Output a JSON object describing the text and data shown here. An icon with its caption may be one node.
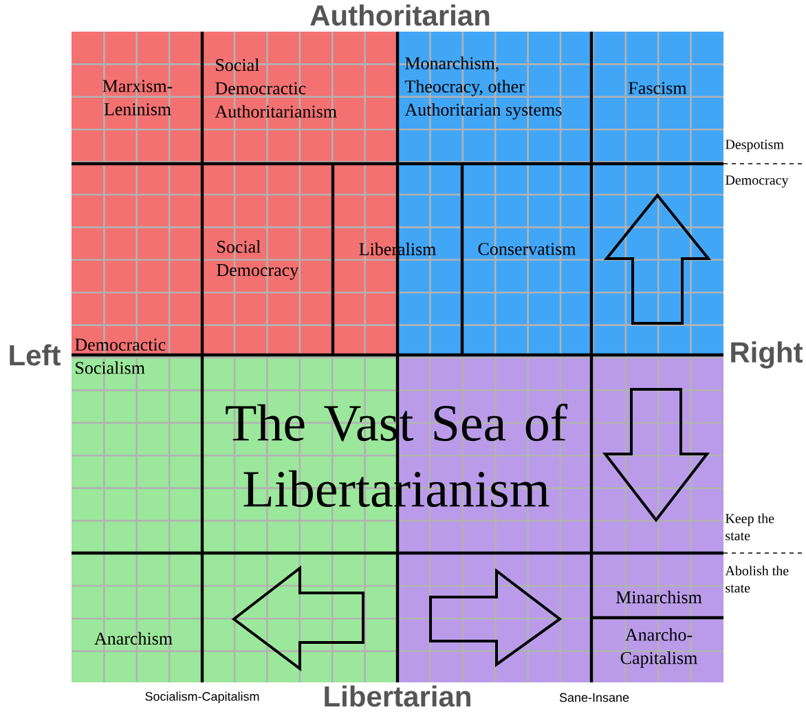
{
  "diagram": {
    "title": "The Vast Sea of Libertarianism",
    "nodes": [
      {
        "text": [
          "Marxism-Leninism"
        ]
      },
      {
        "text": [
          "Social Democractic Authoritarianism"
        ]
      },
      {
        "text": [
          "Monarchism, Theocracy, other Authoritarian systems"
        ]
      },
      {
        "text": [
          "Fascism"
        ]
      },
      {
        "text": [
          "Social Democracy"
        ]
      },
      {
        "text": [
          "Liberalism"
        ]
      },
      {
        "text": [
          "Conservatism"
        ]
      },
      {
        "text": [
          "Democractic Socialism"
        ]
      },
      {
        "text": [
          "Anarchism"
        ]
      },
      {
        "text": [
          "Minarchism"
        ]
      },
      {
        "text": [
          "Anarcho-Capitalism"
        ]
      }
    ],
    "labels": [
      "Authoritarian",
      "Left",
      "Right",
      "Libertarian",
      "Despotism",
      "Democracy",
      "Keep the state",
      "Abolish the state",
      "Socialism-Capitalism",
      "Sane-Insane"
    ]
  }
}
